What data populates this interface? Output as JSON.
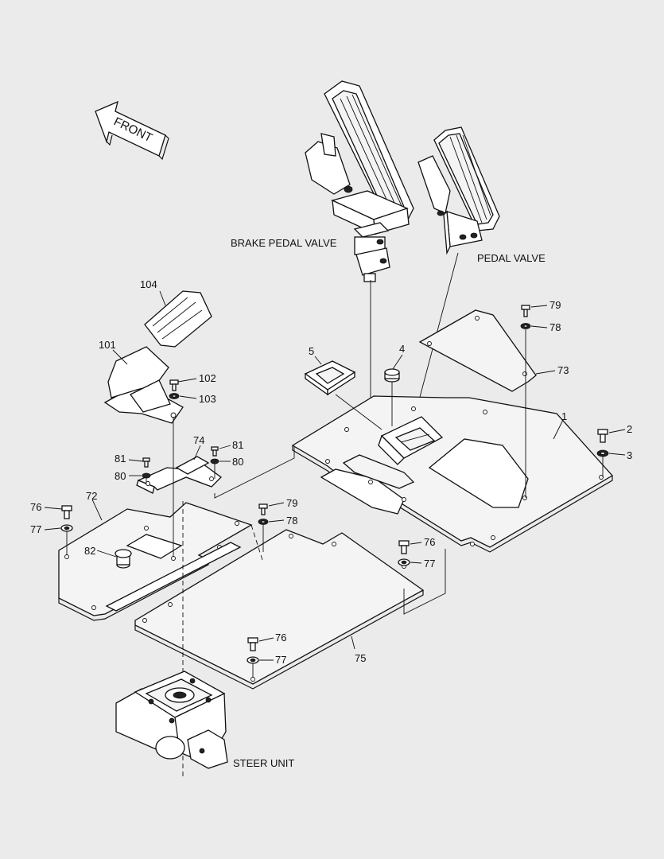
{
  "labels": {
    "front": "FRONT",
    "brake_pedal_valve": "BRAKE PEDAL VALVE",
    "pedal_valve": "PEDAL VALVE",
    "steer_unit": "STEER UNIT"
  },
  "callouts": {
    "c1": "1",
    "c2": "2",
    "c3": "3",
    "c4": "4",
    "c5": "5",
    "c72": "72",
    "c73": "73",
    "c74": "74",
    "c75": "75",
    "c76a": "76",
    "c76b": "76",
    "c76c": "76",
    "c77a": "77",
    "c77b": "77",
    "c77c": "77",
    "c78a": "78",
    "c78b": "78",
    "c79a": "79",
    "c79b": "79",
    "c80a": "80",
    "c80b": "80",
    "c81a": "81",
    "c81b": "81",
    "c82": "82",
    "c101": "101",
    "c102": "102",
    "c103": "103",
    "c104": "104"
  }
}
